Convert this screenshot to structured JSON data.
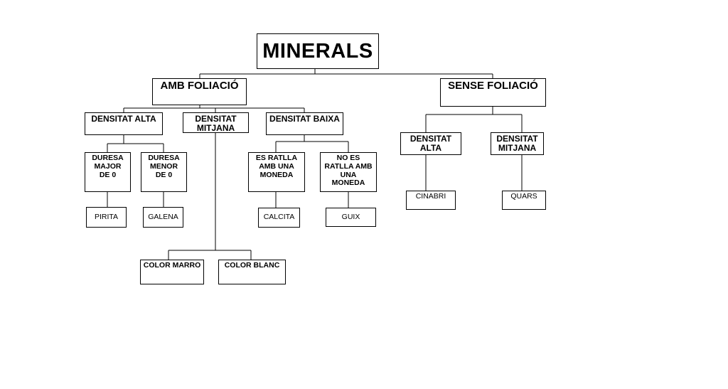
{
  "diagram": {
    "root": "MINERALS",
    "with_foliation": "AMB FOLIACIÓ",
    "without_foliation": "SENSE FOLIACIÓ",
    "amb": {
      "high_density": "DENSITAT ALTA",
      "medium_density": "DENSITAT\nMITJANA",
      "low_density": "DENSITAT BAIXA",
      "hardness_major": "DURESA\nMAJOR\nDE 0",
      "hardness_minor": "DURESA\nMENOR\nDE 0",
      "pirita": "PIRITA",
      "galena": "GALENA",
      "scratch_yes": "ES RATLLA\nAMB UNA\nMONEDA",
      "scratch_no": "NO ES\nRATLLA AMB\nUNA\nMONEDA",
      "calcita": "CALCITA",
      "guix": "GUIX",
      "color_brown": "COLOR MARRO",
      "color_white": "COLOR BLANC"
    },
    "sense": {
      "high_density": "DENSITAT\nALTA",
      "medium_density": "DENSITAT\nMITJANA",
      "cinabri": "CINABRI",
      "quars": "QUARS"
    }
  },
  "colors": {
    "line": "#000000",
    "box_border": "#000000",
    "background": "#ffffff"
  }
}
